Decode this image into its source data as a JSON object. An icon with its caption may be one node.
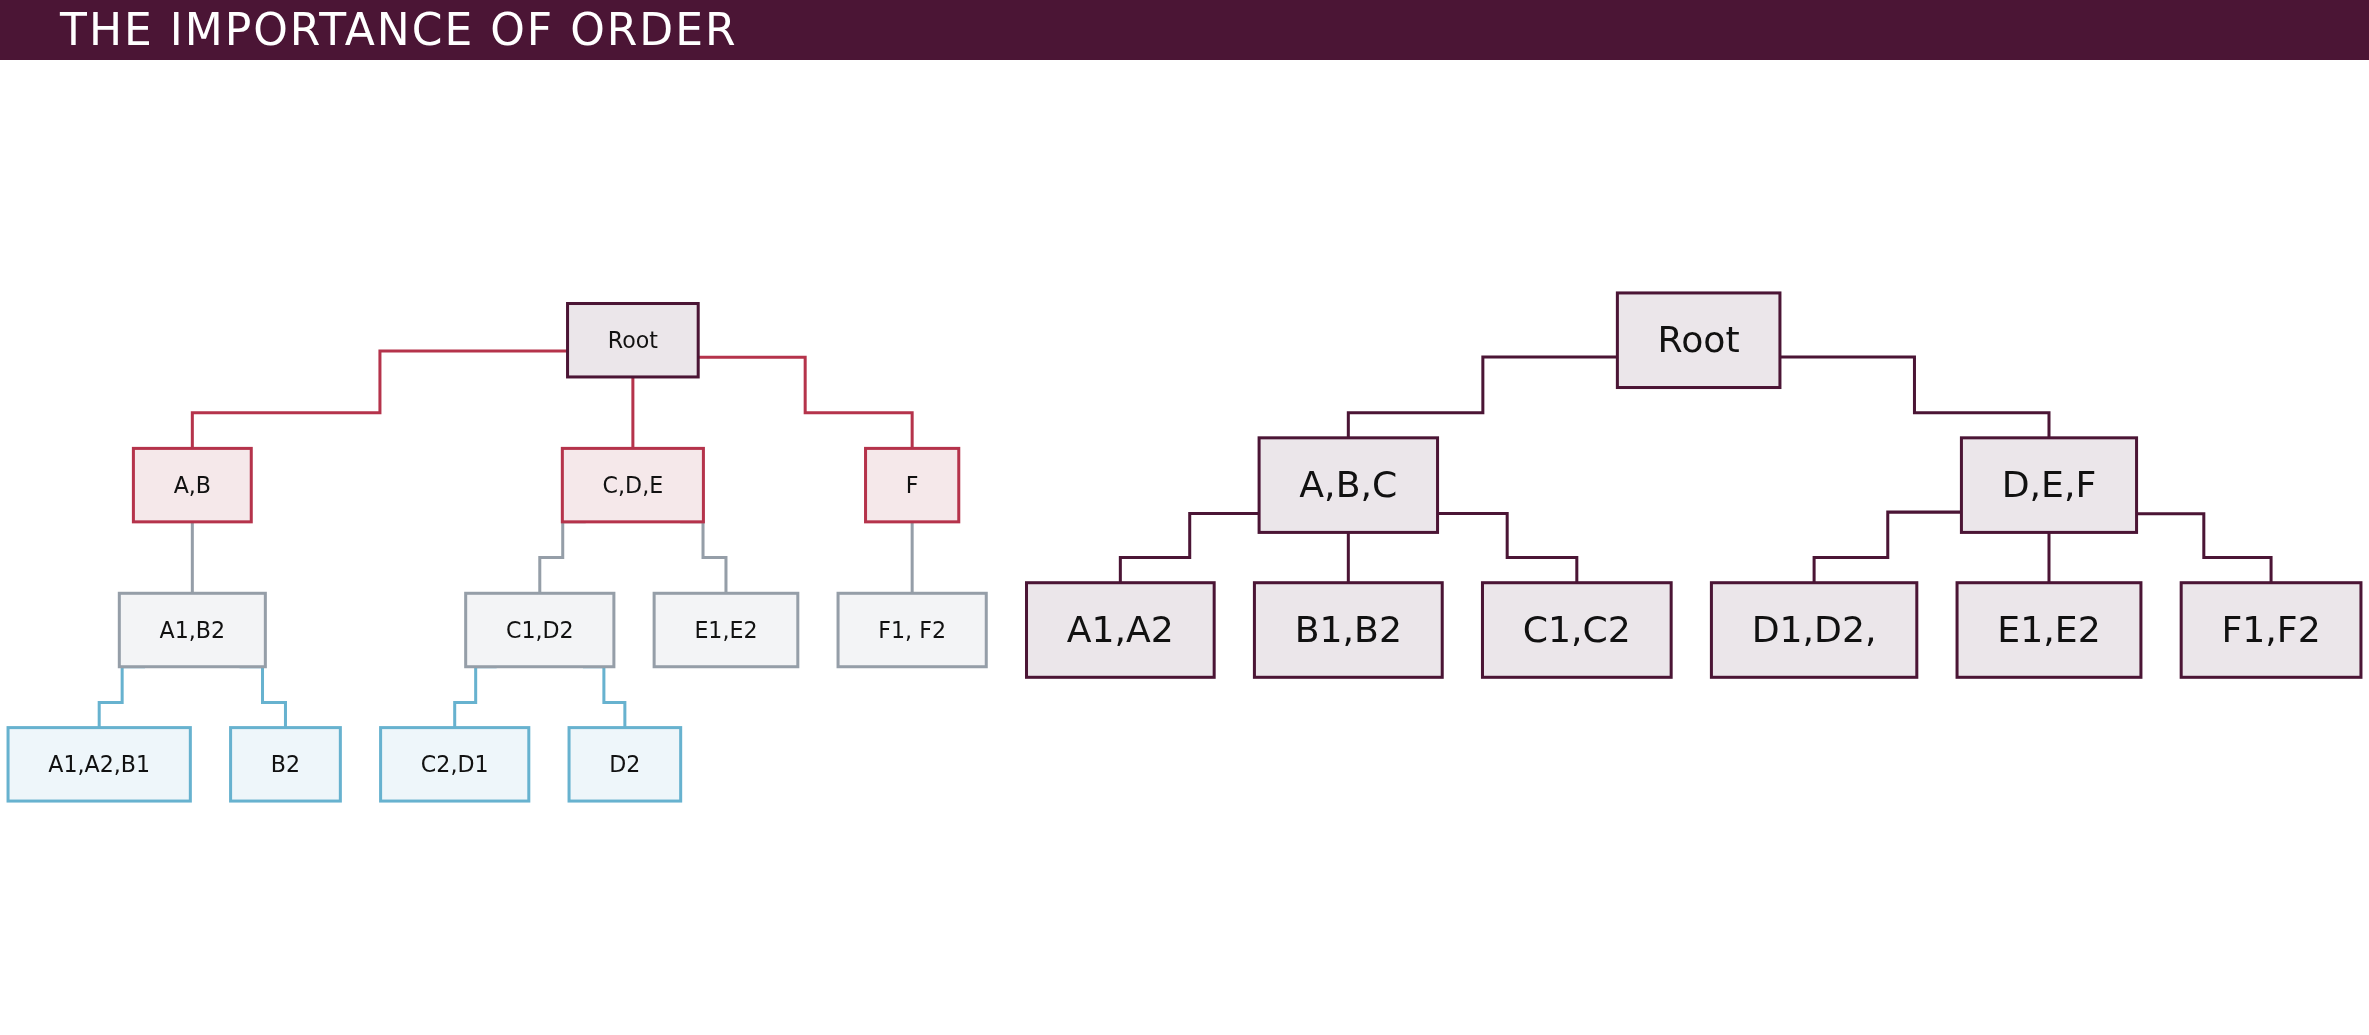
{
  "diagram": {
    "title": "THE IMPORTANCE OF ORDER",
    "nodes": [
      {
        "text": [
          "Root"
        ]
      },
      {
        "text": [
          "A,B"
        ]
      },
      {
        "text": [
          "C,D,E"
        ]
      },
      {
        "text": [
          "F"
        ]
      },
      {
        "text": [
          "A1,B2"
        ]
      },
      {
        "text": [
          "C1,D2"
        ]
      },
      {
        "text": [
          "E1,E2"
        ]
      },
      {
        "text": [
          "F1, F2"
        ]
      },
      {
        "text": [
          "A1,A2,B1"
        ]
      },
      {
        "text": [
          "B2"
        ]
      },
      {
        "text": [
          "C2,D1"
        ]
      },
      {
        "text": [
          "D2"
        ]
      },
      {
        "text": [
          "Root"
        ]
      },
      {
        "text": [
          "A,B,C"
        ]
      },
      {
        "text": [
          "D,E,F"
        ]
      },
      {
        "text": [
          "A1,A2"
        ]
      },
      {
        "text": [
          "B1,B2"
        ]
      },
      {
        "text": [
          "C1,C2"
        ]
      },
      {
        "text": [
          "D1,D2,"
        ]
      },
      {
        "text": [
          "E1,E2"
        ]
      },
      {
        "text": [
          "F1,F2"
        ]
      }
    ],
    "edges": [
      {
        "from": 0,
        "to": 1,
        "arrow": "none",
        "color": "#b5334b"
      },
      {
        "from": 0,
        "to": 2,
        "arrow": "none",
        "color": "#b5334b"
      },
      {
        "from": 0,
        "to": 3,
        "arrow": "none",
        "color": "#b5334b"
      },
      {
        "from": 1,
        "to": 4,
        "arrow": "none",
        "color": "#959ea8"
      },
      {
        "from": 2,
        "to": 5,
        "arrow": "none",
        "color": "#959ea8"
      },
      {
        "from": 2,
        "to": 6,
        "arrow": "none",
        "color": "#959ea8"
      },
      {
        "from": 3,
        "to": 7,
        "arrow": "none",
        "color": "#959ea8"
      },
      {
        "from": 4,
        "to": 8,
        "arrow": "none",
        "color": "#67b2cf"
      },
      {
        "from": 4,
        "to": 9,
        "arrow": "none",
        "color": "#67b2cf"
      },
      {
        "from": 5,
        "to": 10,
        "arrow": "none",
        "color": "#67b2cf"
      },
      {
        "from": 5,
        "to": 11,
        "arrow": "none",
        "color": "#67b2cf"
      },
      {
        "from": 12,
        "to": 13,
        "arrow": "none"
      },
      {
        "from": 12,
        "to": 14,
        "arrow": "none"
      },
      {
        "from": 13,
        "to": 15,
        "arrow": "none"
      },
      {
        "from": 13,
        "to": 16,
        "arrow": "none"
      },
      {
        "from": 13,
        "to": 17,
        "arrow": "none"
      },
      {
        "from": 14,
        "to": 18,
        "arrow": "none"
      },
      {
        "from": 14,
        "to": 19,
        "arrow": "none"
      },
      {
        "from": 14,
        "to": 20,
        "arrow": "none"
      }
    ]
  }
}
